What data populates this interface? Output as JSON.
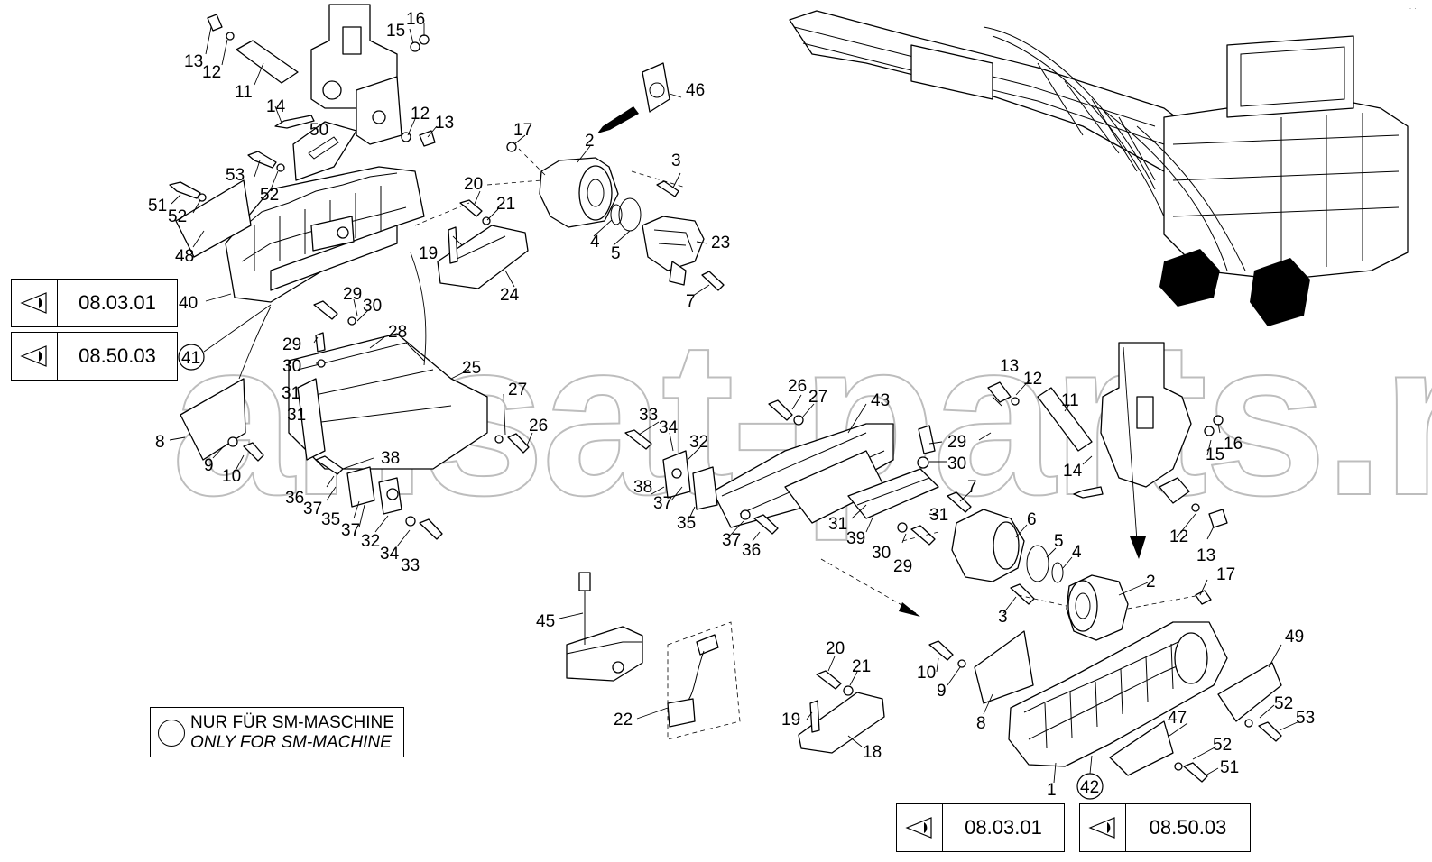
{
  "watermark": "ansat-parts.ru",
  "corner_mark": "· ··",
  "note": {
    "de": "NUR FÜR SM-MASCHINE",
    "en": "ONLY FOR SM-MACHINE"
  },
  "references": [
    {
      "code": "08.03.01",
      "icon": "eye-icon"
    },
    {
      "code": "08.50.03",
      "icon": "eye-icon"
    },
    {
      "code": "08.03.01",
      "icon": "eye-icon"
    },
    {
      "code": "08.50.03",
      "icon": "eye-icon"
    }
  ],
  "callouts": {
    "l13a": "13",
    "l12a": "12",
    "l11": "11",
    "l15": "15",
    "l16": "16",
    "l14": "14",
    "l50": "50",
    "l12b": "12",
    "l13b": "13",
    "l53": "53",
    "l52a": "52",
    "l51": "51",
    "l52b": "52",
    "l48": "48",
    "l40": "40",
    "l41": "41",
    "l29a": "29",
    "l30a": "30",
    "l28": "28",
    "l29b": "29",
    "l30b": "30",
    "l25": "25",
    "l31a": "31",
    "l31b": "31",
    "l8": "8",
    "l9": "9",
    "l10": "10",
    "l27a": "27",
    "l26a": "26",
    "l38a": "38",
    "l36a": "36",
    "l37a": "37",
    "l35a": "35",
    "l37b": "37",
    "l32a": "32",
    "l34a": "34",
    "l33a": "33",
    "l46": "46",
    "l17a": "17",
    "l2a": "2",
    "l3a": "3",
    "l20a": "20",
    "l21a": "21",
    "l19a": "19",
    "l4a": "4",
    "l5a": "5",
    "l23": "23",
    "l24": "24",
    "l7a": "7",
    "l26b": "26",
    "l27b": "27",
    "l43": "43",
    "l33b": "33",
    "l34b": "34",
    "l32b": "32",
    "l38b": "38",
    "l37c": "37",
    "l35b": "35",
    "l37d": "37",
    "l36b": "36",
    "l29c": "29",
    "l30c": "30",
    "l7b": "7",
    "l31c": "31",
    "l31d": "31",
    "l39": "39",
    "l30d": "30",
    "l29d": "29",
    "l6": "6",
    "l5b": "5",
    "l4b": "4",
    "l13c": "13",
    "l12c": "12",
    "l11b": "11",
    "l14b": "14",
    "l15b": "15",
    "l16b": "16",
    "l12d": "12",
    "l13d": "13",
    "l17b": "17",
    "l2b": "2",
    "l3b": "3",
    "l45": "45",
    "l22": "22",
    "l20b": "20",
    "l21b": "21",
    "l19b": "19",
    "l18": "18",
    "l10b": "10",
    "l9b": "9",
    "l8b": "8",
    "l49": "49",
    "l52c": "52",
    "l53b": "53",
    "l47": "47",
    "l52d": "52",
    "l51b": "51",
    "l1": "1",
    "l42": "42"
  }
}
